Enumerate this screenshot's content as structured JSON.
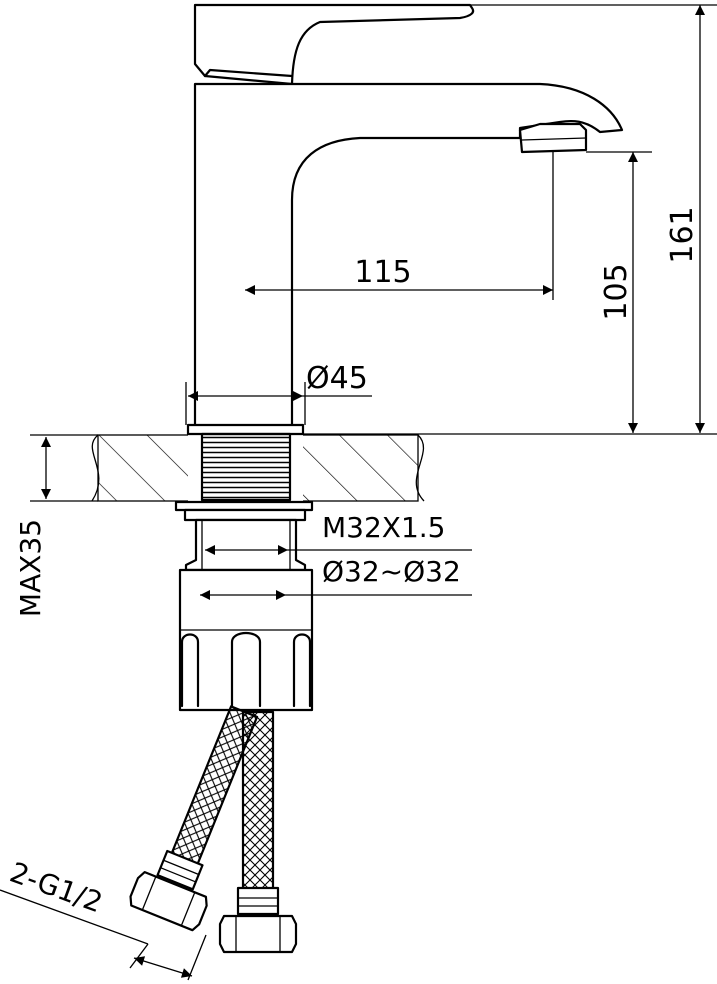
{
  "dimensions": {
    "spout_reach": "115",
    "outlet_height": "105",
    "total_height": "161",
    "base_diameter": "Ø45",
    "max_countertop": "MAX35",
    "thread": "M32X1.5",
    "hole_diameter": "Ø32~Ø32",
    "connection": "2-G1/2"
  },
  "colors": {
    "line": "#000000",
    "background": "#ffffff"
  }
}
